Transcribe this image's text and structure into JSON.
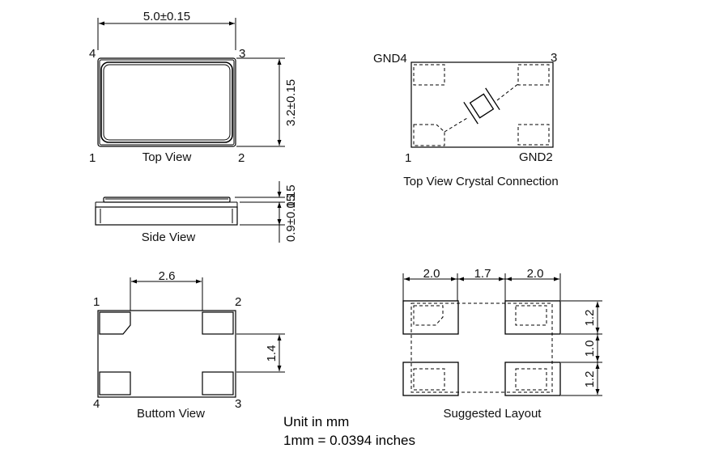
{
  "top_view": {
    "caption": "Top View",
    "width_dim": "5.0±0.15",
    "height_dim": "3.2±0.15",
    "pins": [
      "1",
      "2",
      "3",
      "4"
    ]
  },
  "side_view": {
    "caption": "Side View",
    "dim_small": "0.15",
    "dim_height": "0.9±0.15"
  },
  "bottom_view": {
    "caption": "Buttom View",
    "pad_spacing_dim": "2.6",
    "pad_height_dim": "1.4",
    "pins": [
      "1",
      "2",
      "3",
      "4"
    ]
  },
  "crystal_connection": {
    "caption": "Top View Crystal Connection",
    "pin1": "1",
    "pin2": "GND2",
    "pin3": "3",
    "pin4": "GND4"
  },
  "suggested_layout": {
    "caption": "Suggested Layout",
    "width_dims": [
      "2.0",
      "1.7",
      "2.0"
    ],
    "height_dims": [
      "1.2",
      "1.0",
      "1.2"
    ]
  },
  "notes": {
    "unit": "Unit in mm",
    "conversion": "1mm = 0.0394 inches"
  }
}
